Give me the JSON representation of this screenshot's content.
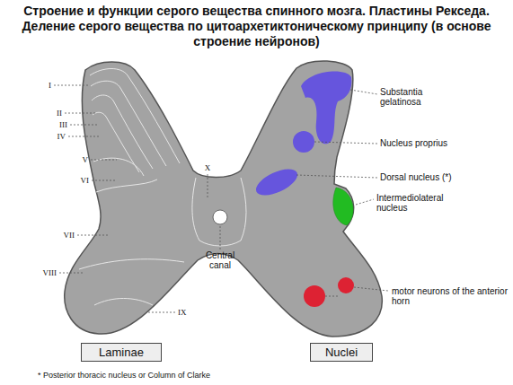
{
  "diagram": {
    "title": "Строение и функции серого вещества спинного мозга. Пластины Рекседа. Деление серого вещества по цитоархетиктоническому принципу (в основе строение нейронов)",
    "nodes": [
      {
        "text": [
          "Laminae"
        ]
      },
      {
        "text": [
          "Nuclei"
        ]
      }
    ],
    "labels": [
      "I",
      "II",
      "III",
      "IV",
      "V",
      "VI",
      "VII",
      "VIII",
      "IX",
      "X",
      "Central canal",
      "Substantia gelatinosa",
      "Nucleus proprius",
      "Dorsal nucleus (*)",
      "Intermediolateral nucleus",
      "motor neurons of the anterior horn",
      "* Posterior thoracic nucleus or Column of Clarke"
    ]
  }
}
